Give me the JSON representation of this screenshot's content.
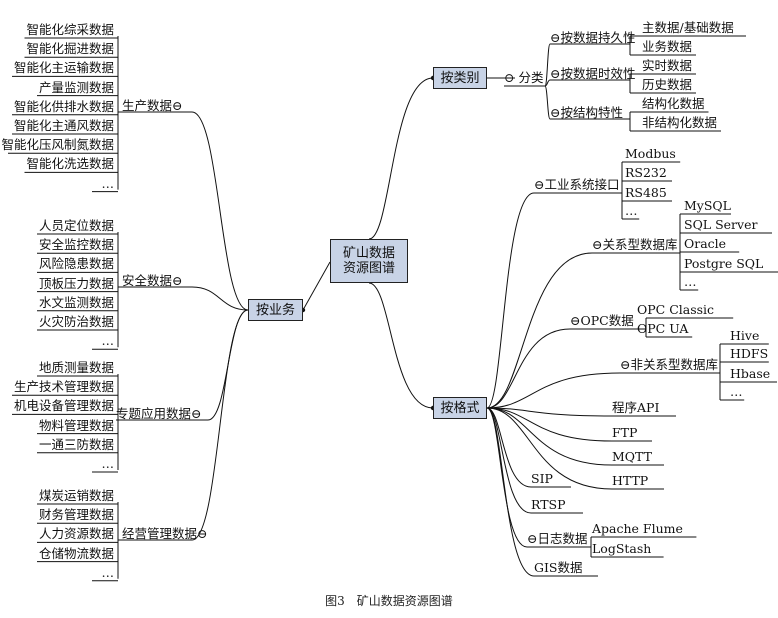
{
  "root": "矿山数据\n资源图谱",
  "caption": "图3　矿山数据资源图谱",
  "by_business": {
    "label": "按业务",
    "groups": [
      {
        "label": "生产数据⊖",
        "items": [
          "智能化综采数据",
          "智能化掘进数据",
          "智能化主运输数据",
          "产量监测数据",
          "智能化供排水数据",
          "智能化主通风数据",
          "智能化压风制氮数据",
          "智能化洗选数据",
          "…"
        ]
      },
      {
        "label": "安全数据⊖",
        "items": [
          "人员定位数据",
          "安全监控数据",
          "风险隐患数据",
          "顶板压力数据",
          "水文监测数据",
          "火灾防治数据",
          "…"
        ]
      },
      {
        "label": "专题应用数据⊖",
        "items": [
          "地质测量数据",
          "生产技术管理数据",
          "机电设备管理数据",
          "物料管理数据",
          "一通三防数据",
          "…"
        ]
      },
      {
        "label": "经营管理数据⊖",
        "items": [
          "煤炭运销数据",
          "财务管理数据",
          "人力资源数据",
          "仓储物流数据",
          "…"
        ]
      }
    ]
  },
  "by_category": {
    "label": "按类别",
    "mid": "⊖ 分类",
    "groups": [
      {
        "label": "⊖按数据持久性",
        "items": [
          "主数据/基础数据",
          "业务数据"
        ]
      },
      {
        "label": "⊖按数据时效性",
        "items": [
          "实时数据",
          "历史数据"
        ]
      },
      {
        "label": "⊖按结构特性",
        "items": [
          "结构化数据",
          "非结构化数据"
        ]
      }
    ]
  },
  "by_format": {
    "label": "按格式",
    "groups": [
      {
        "label": "⊖工业系统接口",
        "items": [
          "Modbus",
          "RS232",
          "RS485",
          "…"
        ]
      },
      {
        "label": "⊖关系型数据库",
        "items": [
          "MySQL",
          "SQL Server",
          "Oracle",
          "Postgre SQL",
          "…"
        ]
      },
      {
        "label": "⊖OPC数据",
        "items": [
          "OPC Classic",
          "OPC UA"
        ]
      },
      {
        "label": "⊖非关系型数据库",
        "items": [
          "Hive",
          "HDFS",
          "Hbase",
          "…"
        ]
      },
      {
        "label": "程序API",
        "items": []
      },
      {
        "label": "FTP",
        "items": []
      },
      {
        "label": "MQTT",
        "items": []
      },
      {
        "label": "HTTP",
        "items": []
      },
      {
        "label": "SIP",
        "items": []
      },
      {
        "label": "RTSP",
        "items": []
      },
      {
        "label": "⊖日志数据",
        "items": [
          "Apache Flume",
          "LogStash"
        ]
      },
      {
        "label": "GIS数据",
        "items": []
      }
    ]
  }
}
